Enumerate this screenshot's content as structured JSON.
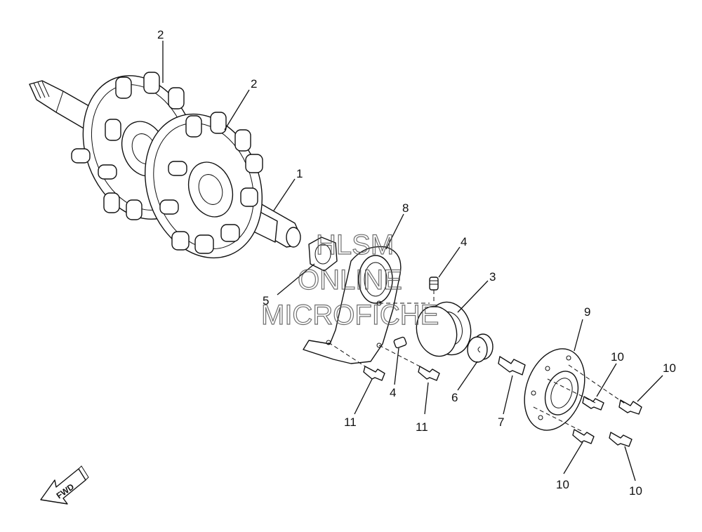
{
  "diagram": {
    "callouts": {
      "sprocket_a": "2",
      "sprocket_b": "2",
      "shaft": "1",
      "housing": "8",
      "plug_top": "4",
      "bearing": "3",
      "nut": "5",
      "plug_bottom": "4",
      "collar": "6",
      "cover": "9",
      "bolt_housing_left": "11",
      "bolt_housing_right": "11",
      "bolt_collar": "7",
      "bolt_cover_tr": "10",
      "bolt_cover_far": "10",
      "bolt_cover_bl": "10",
      "bolt_cover_br": "10"
    },
    "fwd_label": "FWD"
  },
  "watermark": {
    "line1": "HLSM",
    "line2": "ONLINE",
    "line3": "MICROFICHE"
  }
}
